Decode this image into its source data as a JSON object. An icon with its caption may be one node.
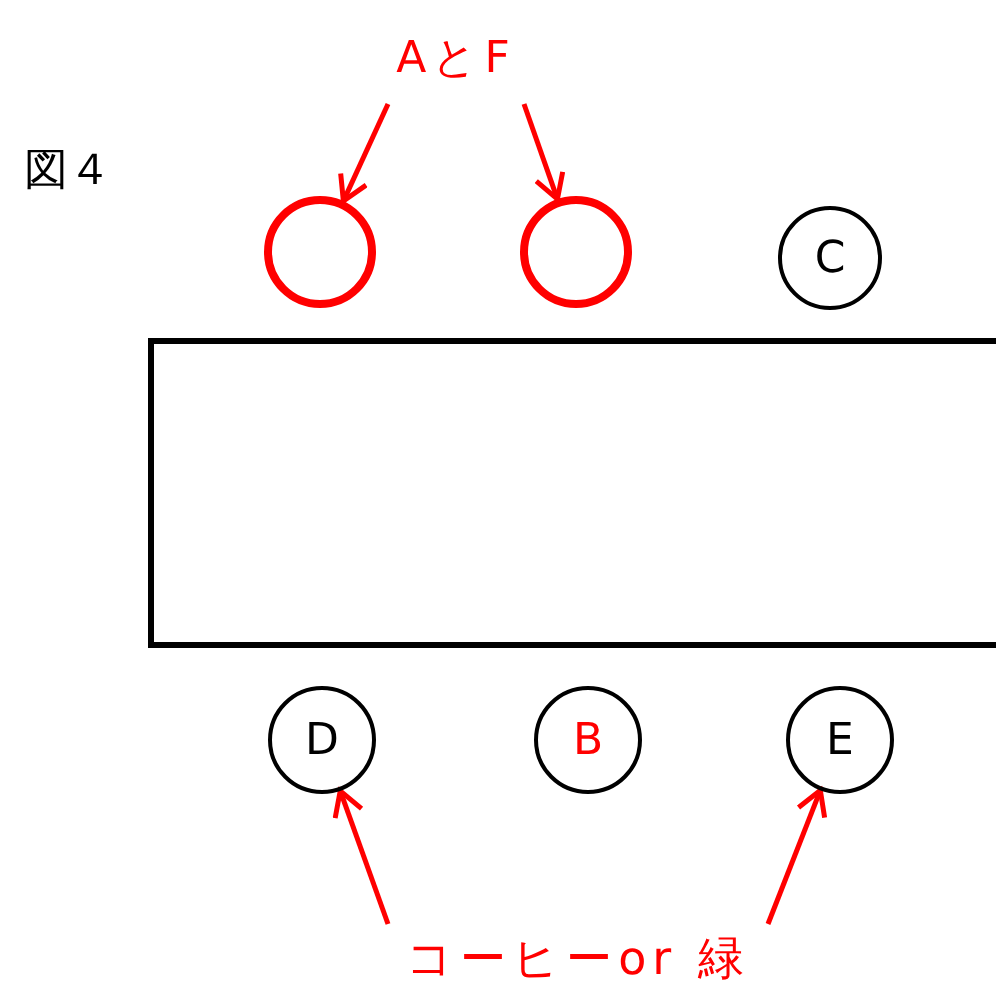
{
  "diagram": {
    "nodes": [
      {
        "text": [
          "AとF"
        ]
      },
      {
        "text": [],
        "shape": "circle"
      },
      {
        "text": [],
        "shape": "circle"
      },
      {
        "text": [
          "C"
        ]
      },
      {
        "text": [],
        "shape": "box"
      },
      {
        "text": [
          "D"
        ]
      },
      {
        "text": [
          "B"
        ]
      },
      {
        "text": [
          "E"
        ]
      },
      {
        "text": [
          "コーヒーor 緑"
        ]
      }
    ],
    "edges": [
      {
        "from": 0,
        "to": 1,
        "arrow": "to"
      },
      {
        "from": 0,
        "to": 2,
        "arrow": "to"
      },
      {
        "from": 8,
        "to": 5,
        "arrow": "to"
      },
      {
        "from": 8,
        "to": 7,
        "arrow": "to"
      }
    ],
    "labels": [
      "図４"
    ]
  }
}
